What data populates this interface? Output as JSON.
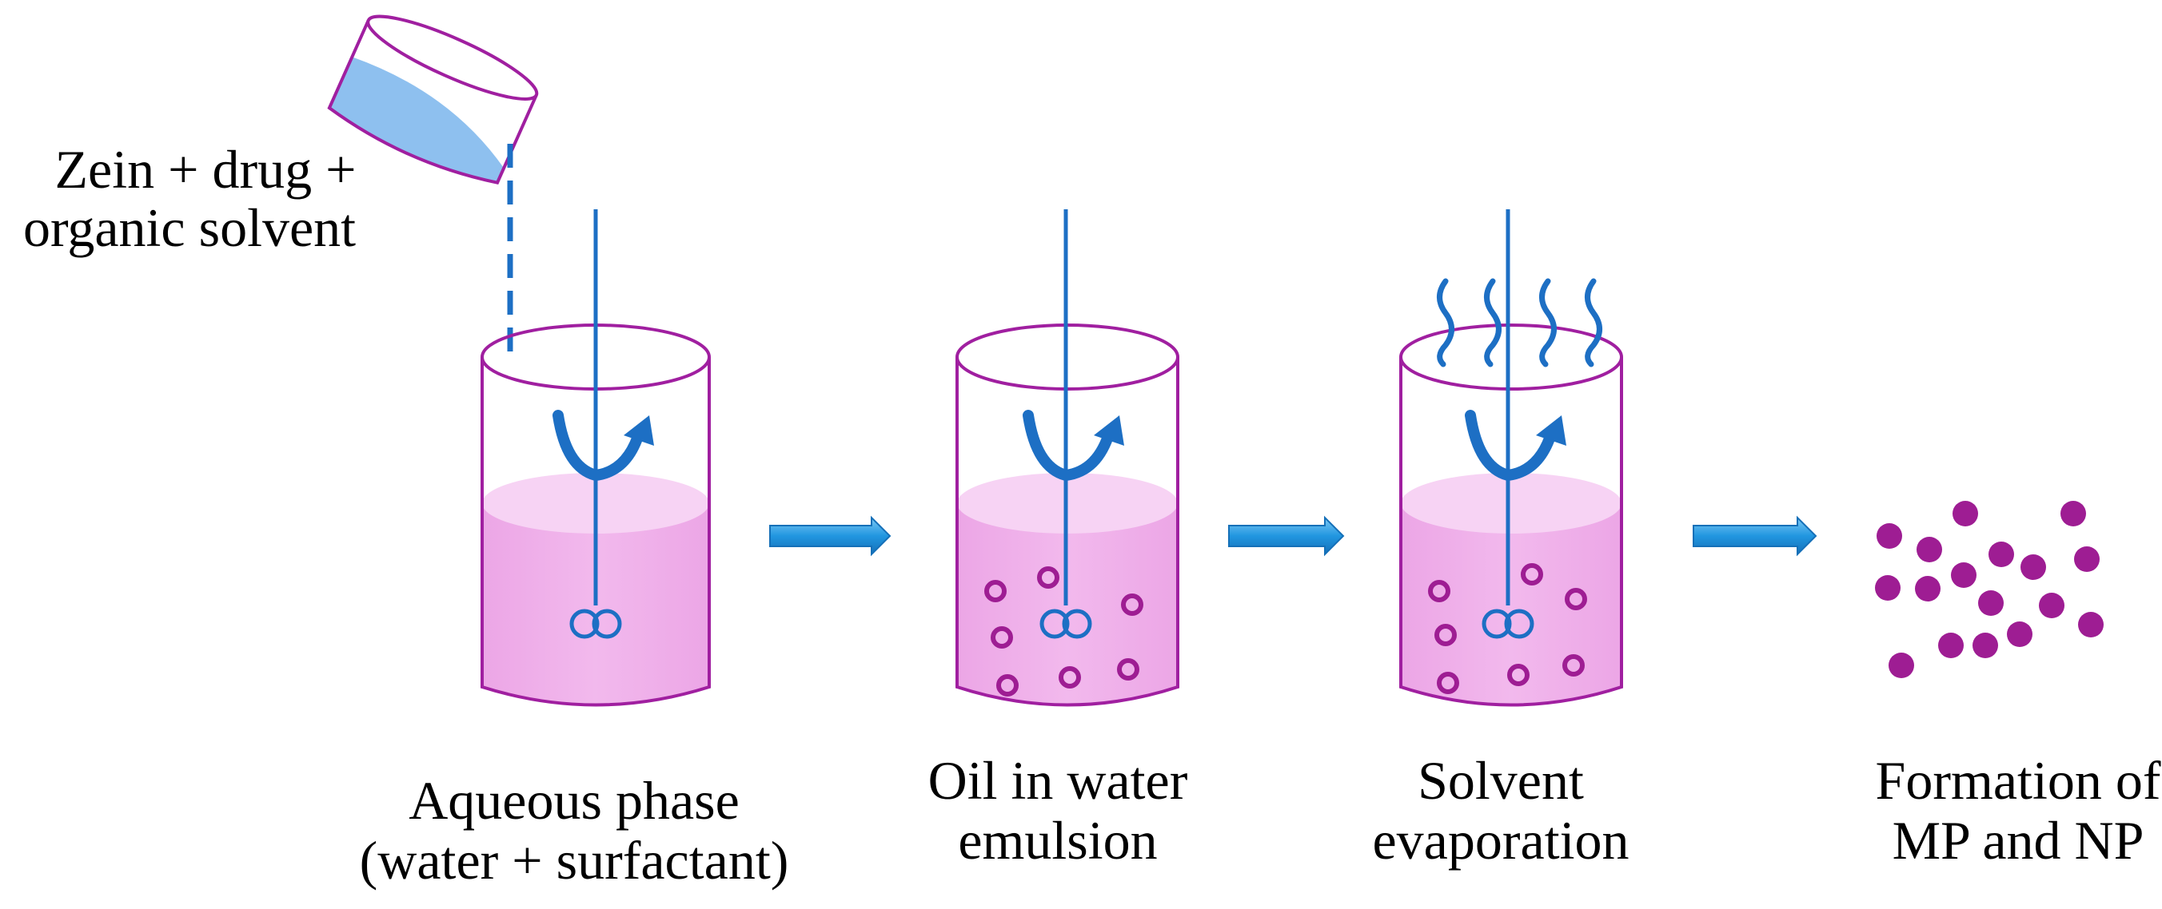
{
  "labels": {
    "input": [
      "Zein + drug +",
      "organic solvent"
    ],
    "step1": [
      "Aqueous phase",
      "(water + surfactant)"
    ],
    "step2": [
      "Oil in water",
      "emulsion"
    ],
    "step3": [
      "Solvent",
      "evaporation"
    ],
    "step4": [
      "Formation of",
      "MP and NP"
    ]
  },
  "colors": {
    "beaker_outline": "#a01fa0",
    "liquid": "#f0b4ec",
    "liquid_surface": "#f7d3f4",
    "stirrer": "#1d6fc4",
    "arrow": "#2196e0",
    "particle": "#9e1d93",
    "pour_liquid": "#8ec0ef"
  }
}
